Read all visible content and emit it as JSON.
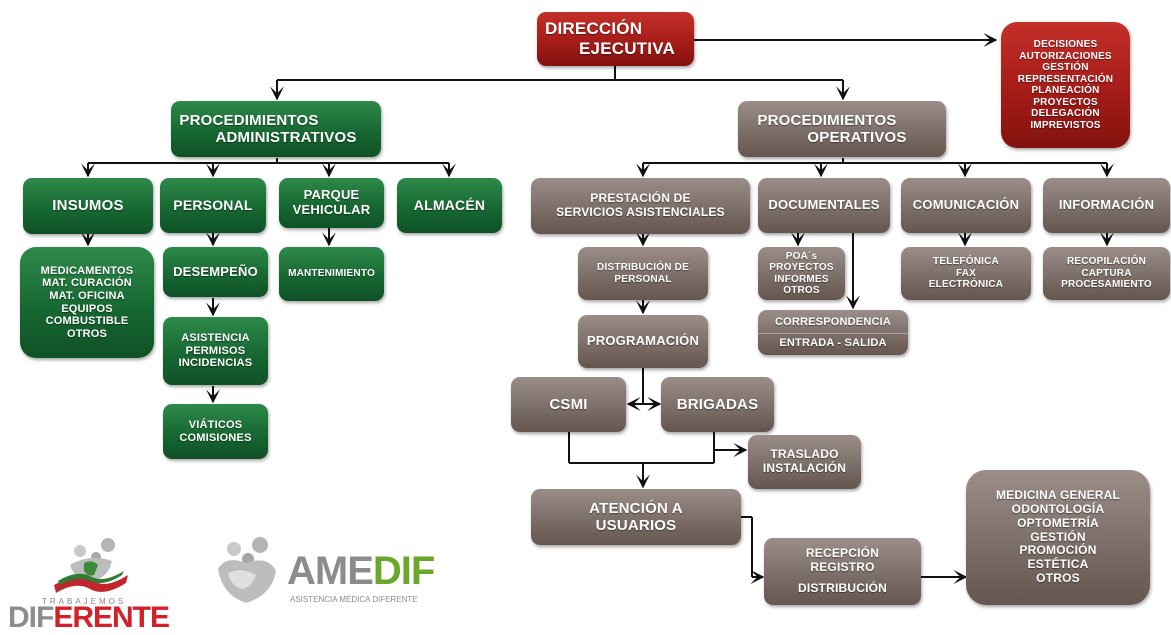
{
  "direccion": {
    "line1": "DIRECCIÓN",
    "line2": "EJECUTIVA"
  },
  "decisiones": [
    "DECISIONES",
    "AUTORIZACIONES",
    "GESTIÓN",
    "REPRESENTACIÓN",
    "PLANEACIÓN",
    "PROYECTOS",
    "DELEGACIÓN",
    "IMPREVISTOS"
  ],
  "proc_admin": {
    "line1": "PROCEDIMIENTOS",
    "line2": "ADMINISTRATIVOS"
  },
  "proc_oper": {
    "line1": "PROCEDIMIENTOS",
    "line2": "OPERATIVOS"
  },
  "insumos": "INSUMOS",
  "insumos_items": [
    "MEDICAMENTOS",
    "MAT. CURACIÓN",
    "MAT. OFICINA",
    "EQUIPOS",
    "COMBUSTIBLE",
    "OTROS"
  ],
  "personal": "PERSONAL",
  "desempeno": "DESEMPEÑO",
  "asistencia": [
    "ASISTENCIA",
    "PERMISOS",
    "INCIDENCIAS"
  ],
  "viaticos": [
    "VIÁTICOS",
    "COMISIONES"
  ],
  "parque": {
    "line1": "PARQUE",
    "line2": "VEHICULAR"
  },
  "mantenimiento": "MANTENIMIENTO",
  "almacen": "ALMACÉN",
  "prestacion": {
    "line1": "PRESTACIÓN DE",
    "line2": "SERVICIOS ASISTENCIALES"
  },
  "distribucion_personal": {
    "line1": "DISTRIBUCIÓN DE",
    "line2": "PERSONAL"
  },
  "programacion": "PROGRAMACIÓN",
  "csmi": "CSMI",
  "brigadas": "BRIGADAS",
  "traslado": {
    "line1": "TRASLADO",
    "line2": "INSTALACIÓN"
  },
  "atencion": {
    "line1": "ATENCIÓN A",
    "line2": "USUARIOS"
  },
  "recepcion": {
    "line1": "RECEPCIÓN",
    "line2": "REGISTRO",
    "line3": "DISTRIBUCIÓN"
  },
  "servicios": [
    "MEDICINA GENERAL",
    "ODONTOLOGÍA",
    "OPTOMETRÍA",
    "GESTIÓN",
    "PROMOCIÓN",
    "ESTÉTICA",
    "OTROS"
  ],
  "documentales": "DOCUMENTALES",
  "poa": [
    "POA´s",
    "PROYECTOS",
    "INFORMES",
    "OTROS"
  ],
  "correspondencia": "CORRESPONDENCIA",
  "entrada_salida": "ENTRADA - SALIDA",
  "comunicacion": "COMUNICACIÓN",
  "comunicacion_items": [
    "TELEFÓNICA",
    "FAX",
    "ELECTRÓNICA"
  ],
  "informacion": "INFORMACIÓN",
  "informacion_items": [
    "RECOPILACIÓN",
    "CAPTURA",
    "PROCESAMIENTO"
  ],
  "logo_left": {
    "small": "TRABAJEMOS",
    "big1": "DIF",
    "big2": "ERENTE"
  },
  "logo_right": {
    "big1": "AME",
    "big2": "DIF",
    "sub": "ASISTENCIA MÉDICA DIFERENTE"
  },
  "colors": {
    "green": "#176832",
    "gray": "#7c6e68",
    "red": "#a51c18",
    "line": "#111111"
  }
}
